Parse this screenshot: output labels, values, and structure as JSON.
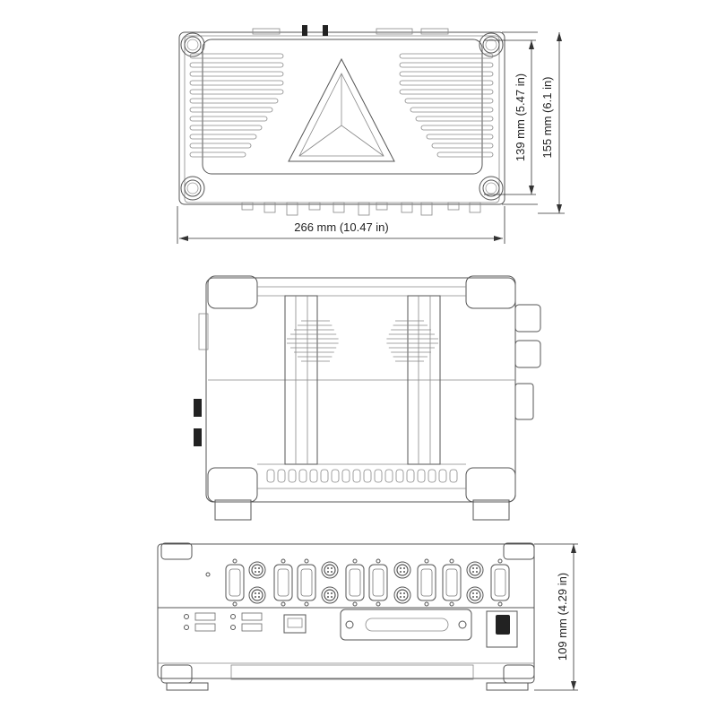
{
  "dimensions": {
    "top_view": {
      "width": "266 mm (10.47 in)",
      "inner_height": "139 mm (5.47 in)",
      "outer_height": "155 mm (6.1 in)"
    },
    "front_view": {
      "height": "109 mm (4.29 in)"
    }
  }
}
